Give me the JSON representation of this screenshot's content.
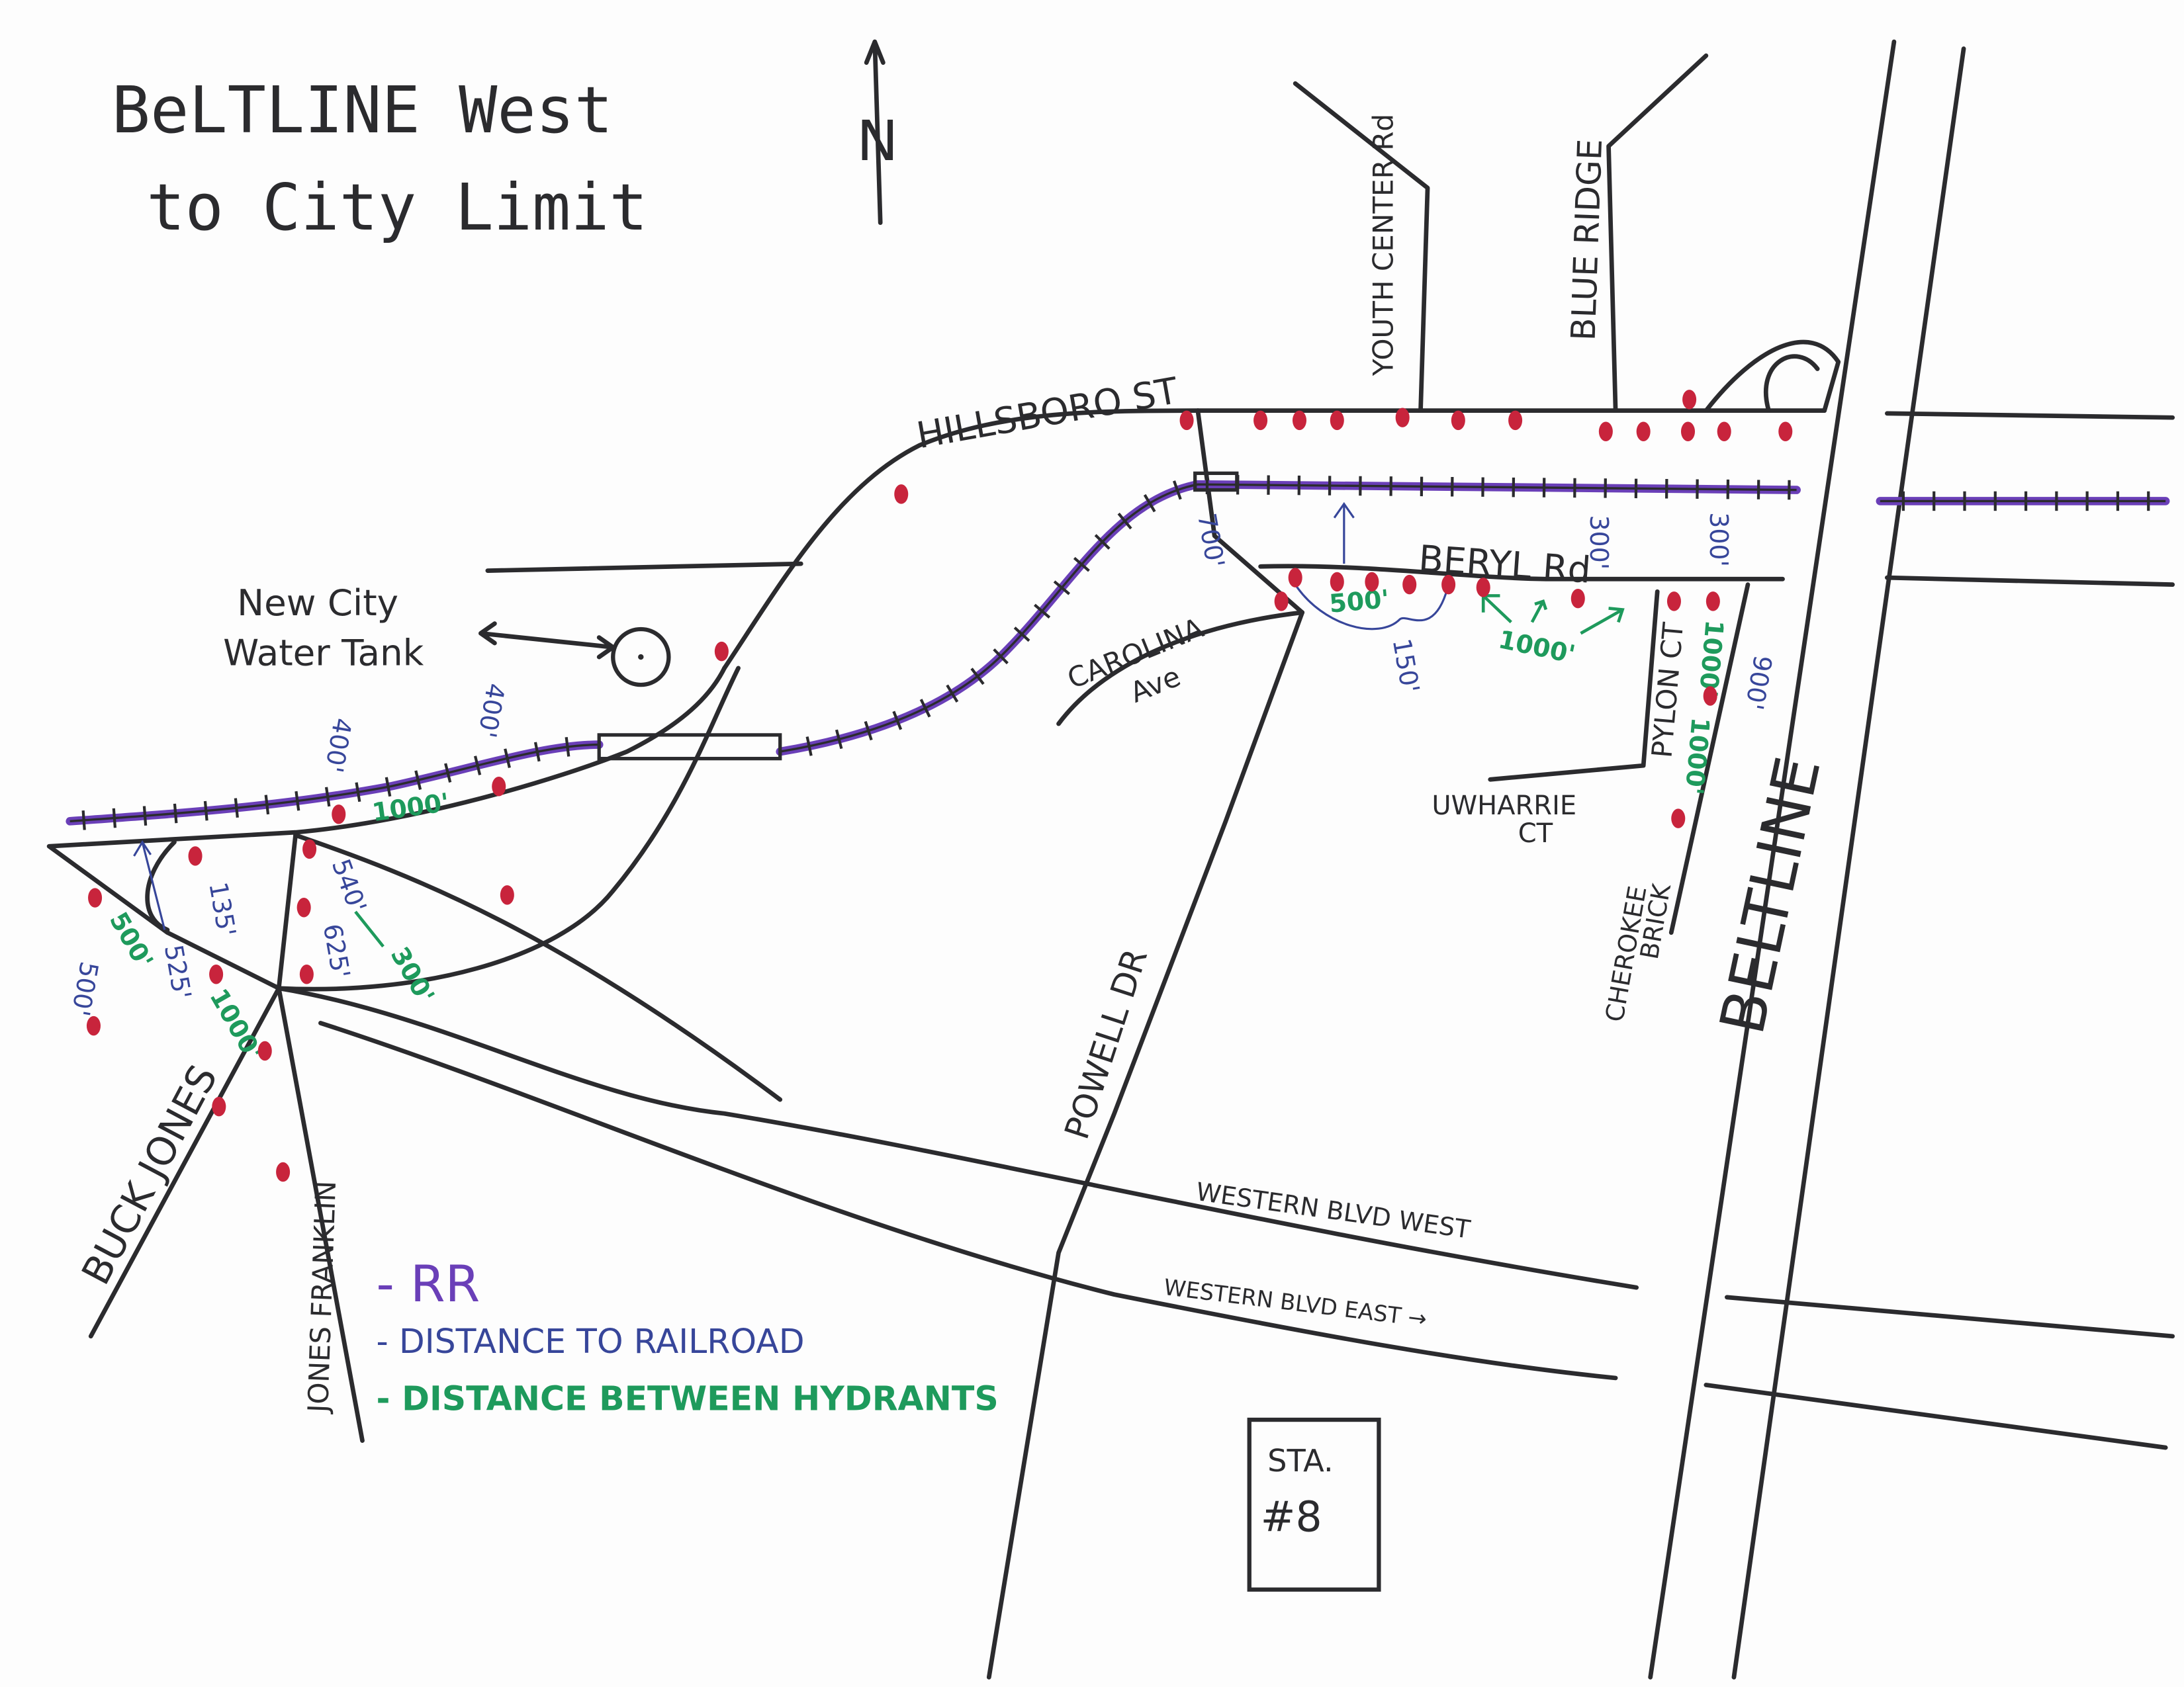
{
  "title": {
    "line1": "BeLTLINE West",
    "line2": "to City Limit"
  },
  "north_arrow": {
    "label": "N",
    "icon": "north-arrow-icon"
  },
  "streets": {
    "hillsboro": "HILLSBORO ST",
    "youth_center": "YOUTH CENTER Rd",
    "blue_ridge": "BLUE RIDGE",
    "beryl": "BERYL Rd",
    "carolina_1": "CAROLINA",
    "carolina_2": "Ave",
    "pylon": "PYLON CT",
    "uwharrie_1": "UWHARRIE",
    "uwharrie_2": "CT",
    "cherokee_1": "CHEROKEE",
    "cherokee_2": "BRICK",
    "beltline": "BELTLINE",
    "powell": "POWELL DR",
    "western_west": "WESTERN BLVD WEST",
    "western_east": "WESTERN BLVD EAST →",
    "buck_jones": "BUCK JONES",
    "jones_franklin": "JONES FRANKLIN"
  },
  "landmarks": {
    "water_tank_1": "New City",
    "water_tank_2": "Water Tank",
    "station_1": "STA.",
    "station_2": "#8"
  },
  "distances_to_railroad": [
    "700'",
    "300'",
    "300'",
    "150'",
    "900'",
    "400'",
    "400'",
    "135'",
    "540'",
    "625'",
    "525'",
    "500'"
  ],
  "distances_between_hydrants": [
    "500'",
    "1000'",
    "1000'",
    "1000'",
    "1000'",
    "300'",
    "500'",
    "1000'"
  ],
  "legend": {
    "rr": "- RR",
    "rail_distance": "- DISTANCE TO RAILROAD",
    "hydrant_distance": "- DISTANCE BETWEEN HYDRANTS"
  },
  "colors": {
    "railroad": "#6a3fb8",
    "distance_to_railroad": "#37469a",
    "distance_between_hydrants": "#1e9a5c",
    "hydrant": "#c8243c",
    "road": "#2b2b2e"
  }
}
